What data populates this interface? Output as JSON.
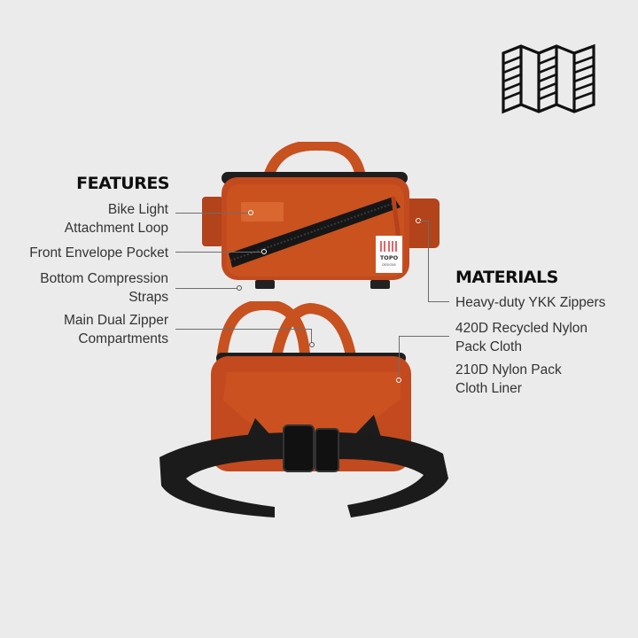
{
  "features": {
    "heading": "FEATURES",
    "items": [
      {
        "line1": "Bike Light",
        "line2": "Attachment Loop"
      },
      {
        "line1": "Front Envelope Pocket",
        "line2": ""
      },
      {
        "line1": "Bottom Compression",
        "line2": "Straps"
      },
      {
        "line1": "Main Dual Zipper",
        "line2": "Compartments"
      }
    ]
  },
  "materials": {
    "heading": "MATERIALS",
    "items": [
      {
        "line1": "Heavy-duty YKK Zippers",
        "line2": ""
      },
      {
        "line1": "420D Recycled Nylon",
        "line2": "Pack Cloth"
      },
      {
        "line1": "210D Nylon Pack",
        "line2": "Cloth Liner"
      }
    ]
  },
  "product": {
    "brand_label_line1": "TOPO",
    "brand_label_line2": "DESIGNS",
    "colors": {
      "body": "#c24a1e",
      "body_dark": "#9e3814",
      "strap": "#1d1d1d",
      "background": "#ecebec"
    }
  },
  "icons": {
    "map": "folded-map-icon"
  }
}
